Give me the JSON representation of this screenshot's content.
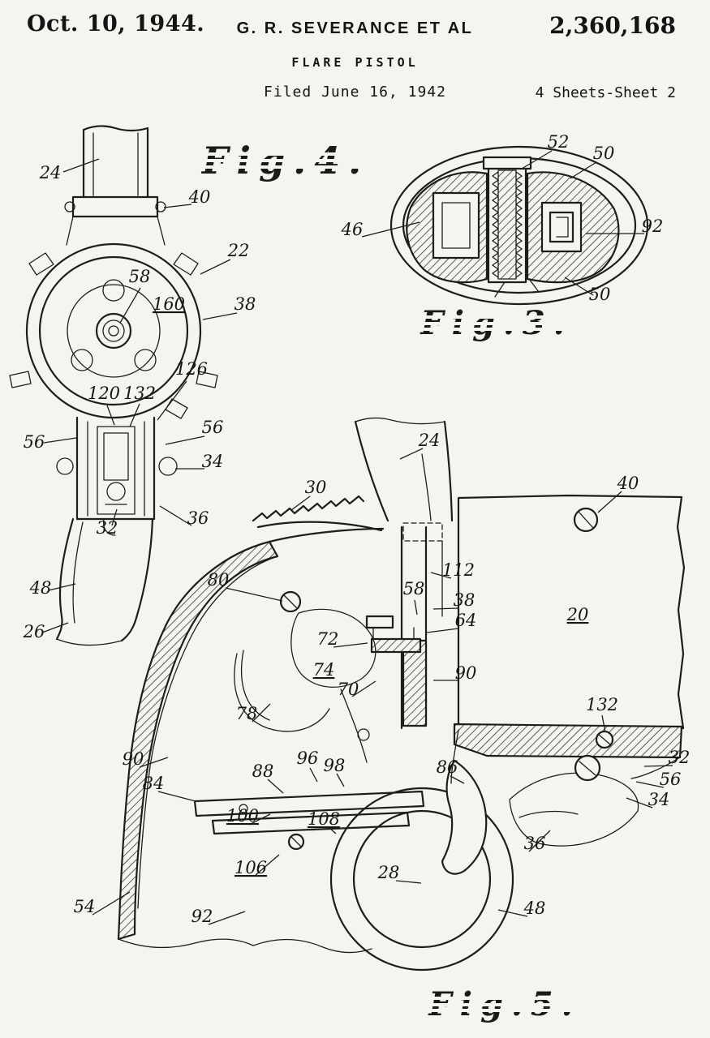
{
  "header": {
    "date": "Oct. 10, 1944.",
    "inventors": "G. R. SEVERANCE ET AL",
    "patent_number": "2,360,168",
    "title": "FLARE PISTOL",
    "filed": "Filed June 16, 1942",
    "sheet": "4 Sheets-Sheet 2"
  },
  "figures": {
    "fig4": {
      "label": "Fig.4.",
      "refs": [
        "24",
        "40",
        "22",
        "58",
        "160",
        "38",
        "126",
        "120",
        "132",
        "56",
        "56",
        "34",
        "32",
        "36",
        "48",
        "26"
      ]
    },
    "fig3": {
      "label": "Fig.3.",
      "refs": [
        "52",
        "50",
        "46",
        "92",
        "50"
      ]
    },
    "fig5": {
      "label": "Fig.5.",
      "refs": [
        "24",
        "30",
        "40",
        "112",
        "58",
        "38",
        "64",
        "20",
        "72",
        "80",
        "74",
        "70",
        "90",
        "132",
        "78",
        "90",
        "84",
        "88",
        "96",
        "98",
        "86",
        "32",
        "56",
        "34",
        "100",
        "108",
        "36",
        "106",
        "28",
        "54",
        "92",
        "48"
      ]
    }
  }
}
